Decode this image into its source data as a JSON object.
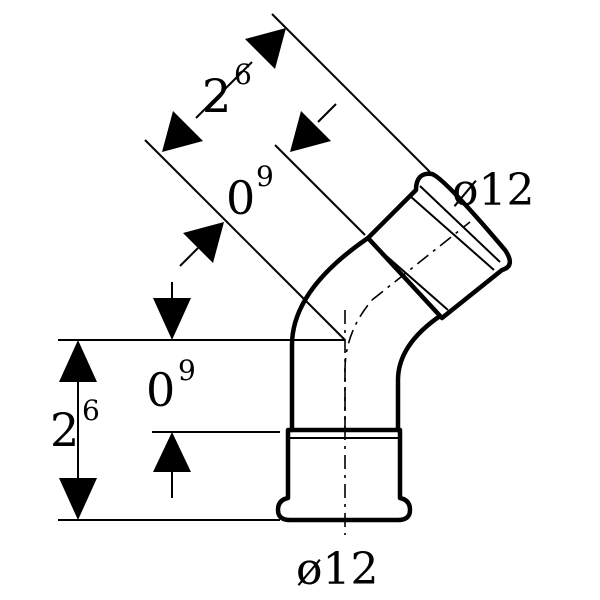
{
  "fitting": {
    "top_socket_diameter": "ø12",
    "bottom_socket_diameter": "ø12"
  },
  "dimensions": {
    "diag_overall_base": "2",
    "diag_overall_sup": "6",
    "diag_inner_base": "0",
    "diag_inner_sup": "9",
    "vert_inner_base": "0",
    "vert_inner_sup": "9",
    "vert_overall_base": "2",
    "vert_overall_sup": "6"
  }
}
